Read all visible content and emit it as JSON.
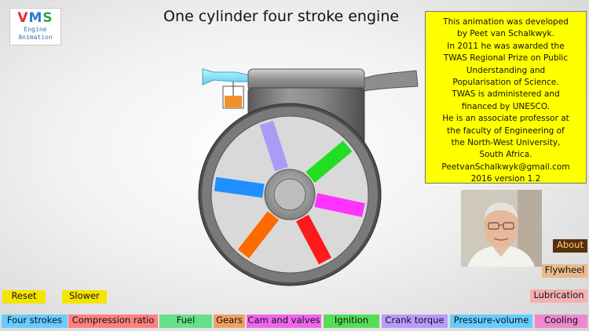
{
  "logo": {
    "brand_v": "V",
    "brand_m": "M",
    "brand_s": "S",
    "line1": "Engine",
    "line2": "Animation"
  },
  "title": "One cylinder four stroke engine",
  "info_lines": [
    "This animation was developed",
    "by Peet van Schalkwyk.",
    "In 2011 he was awarded the",
    "TWAS Regional Prize on Public",
    "Understanding and",
    "Popularisation of Science.",
    "TWAS is administered and",
    "financed by UNESCO.",
    "He is an associate professor at",
    "the faculty of Engineering of",
    "the North-West University,",
    "South Africa.",
    "PeetvanSchalkwyk@gmail.com",
    "2016 version 1.2"
  ],
  "right_buttons": {
    "about": "About",
    "flywheel": "Flywheel",
    "lubrication": "Lubrication"
  },
  "speed_buttons": {
    "reset": "Reset",
    "slower": "Slower"
  },
  "bottom_buttons": [
    {
      "label": "Four strokes",
      "color": "#66ccff"
    },
    {
      "label": "Compression ratio",
      "color": "#ff8080"
    },
    {
      "label": "Fuel",
      "color": "#66e08a"
    },
    {
      "label": "Gears",
      "color": "#f0a060"
    },
    {
      "label": "Cam and valves",
      "color": "#ee66ee"
    },
    {
      "label": "Ignition",
      "color": "#55dd55"
    },
    {
      "label": "Crank torque",
      "color": "#bb99ff"
    },
    {
      "label": "Pressure-volume",
      "color": "#66ccff"
    },
    {
      "label": "Cooling",
      "color": "#ee88cc"
    }
  ],
  "colors": {
    "info_bg": "#ffff00",
    "speed_bg": "#f5e400",
    "about_bg": "#5a2e0c",
    "about_text": "#f5d27a",
    "flywheel_bg": "#e8b98a",
    "lubrication_bg": "#f6b0b0",
    "spokes": [
      "#a99cf8",
      "#22dd22",
      "#ff33ff",
      "#ff1a1a",
      "#ff6a00",
      "#1e90ff"
    ]
  }
}
